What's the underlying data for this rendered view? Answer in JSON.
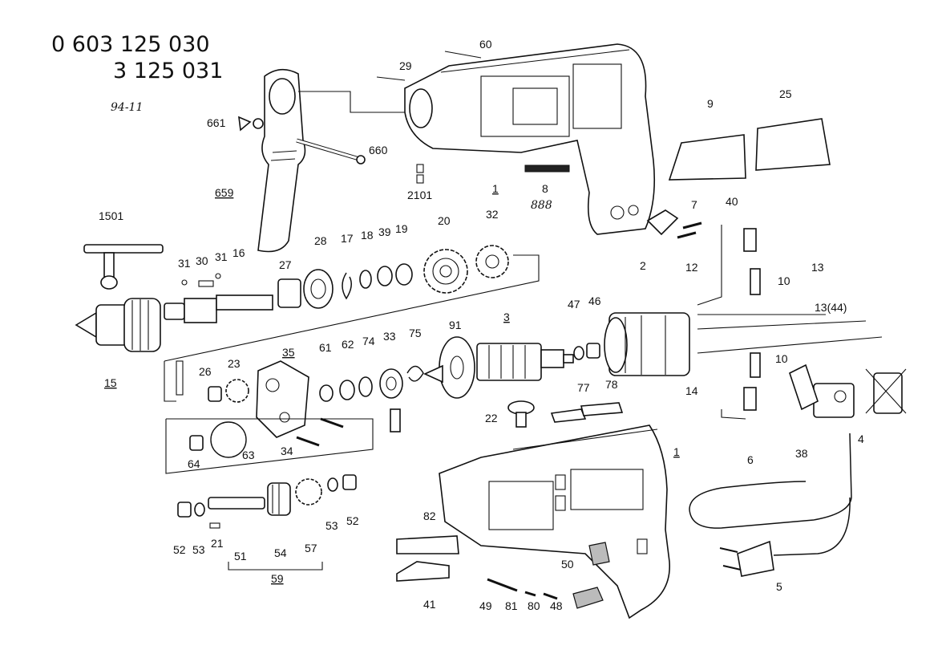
{
  "header": {
    "number_line_1": "0 603 125 030",
    "number_line_2": "3 125 031",
    "handwritten_date": "94-11"
  },
  "labels": {
    "p1501": "1501",
    "p15": "15",
    "p31a": "31",
    "p30": "30",
    "p31b": "31",
    "p16": "16",
    "p27": "27",
    "p28": "28",
    "p17": "17",
    "p18": "18",
    "p39": "39",
    "p19": "19",
    "p20": "20",
    "p32": "32",
    "p661": "661",
    "p660": "660",
    "p659": "659",
    "p29": "29",
    "p60": "60",
    "p2101": "2101",
    "p1_top": "1",
    "p8": "8",
    "p888": "888",
    "p9": "9",
    "p25": "25",
    "p7": "7",
    "p40": "40",
    "p12": "12",
    "p10a": "10",
    "p13": "13",
    "p13_44": "13(44)",
    "p10b": "10",
    "p14": "14",
    "p4": "4",
    "p38": "38",
    "p2": "2",
    "p47": "47",
    "p46": "46",
    "p3": "3",
    "p91": "91",
    "p75": "75",
    "p33": "33",
    "p74": "74",
    "p62": "62",
    "p61": "61",
    "p35": "35",
    "p23": "23",
    "p26": "26",
    "p63": "63",
    "p64": "64",
    "p34": "34",
    "p22": "22",
    "p77": "77",
    "p78": "78",
    "p1_bottom": "1",
    "p82": "82",
    "p41": "41",
    "p49": "49",
    "p81": "81",
    "p80": "80",
    "p48": "48",
    "p50": "50",
    "p6": "6",
    "p5": "5",
    "p52a": "52",
    "p53a": "53",
    "p21": "21",
    "p51": "51",
    "p54": "54",
    "p57": "57",
    "p53b": "53",
    "p52b": "52",
    "p59": "59"
  }
}
